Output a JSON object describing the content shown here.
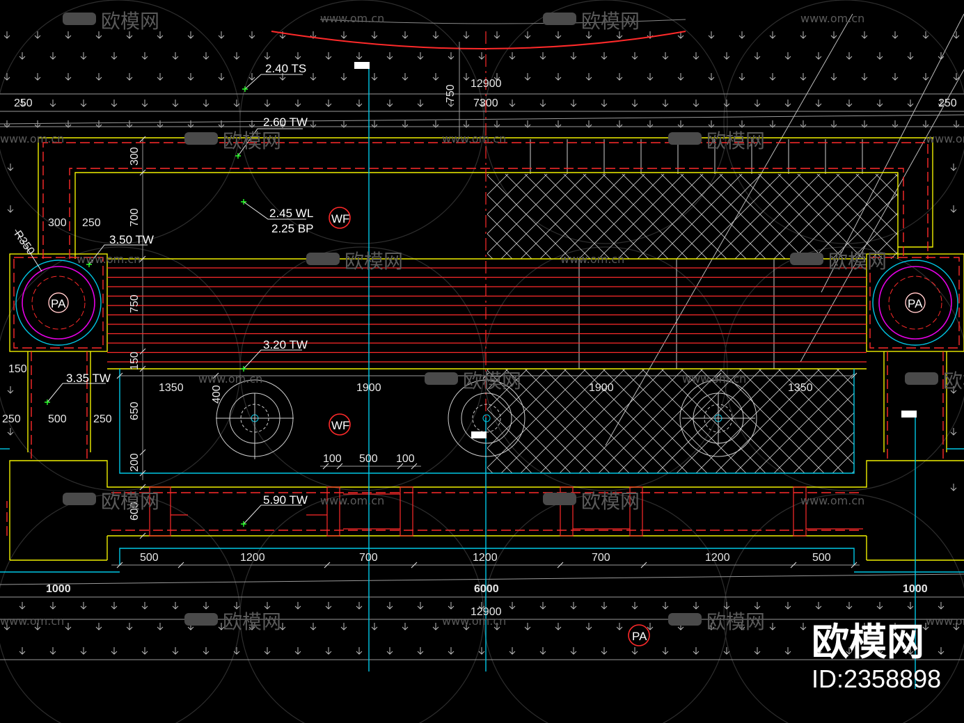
{
  "drawing": {
    "dimensions_top": {
      "d250_left": "250",
      "d250_right": "250",
      "d750": "750",
      "d12900": "12900",
      "d7300": "7300"
    },
    "dimensions_left": {
      "d300": "300",
      "d700": "700",
      "d750": "750",
      "d150": "150",
      "d650": "650",
      "d200": "200",
      "d600": "600",
      "d400": "400"
    },
    "dimensions_misc": {
      "d300h": "300",
      "d250h": "250",
      "r350": "R350",
      "d150h": "150",
      "d250a": "250",
      "d500a": "500",
      "d250b": "250"
    },
    "dimensions_row": {
      "d1350a": "1350",
      "d1900a": "1900",
      "d1900b": "1900",
      "d1350b": "1350"
    },
    "dimensions_small": {
      "d100a": "100",
      "d500": "500",
      "d100b": "100"
    },
    "dimensions_bottom": {
      "d500a": "500",
      "d1200a": "1200",
      "d700a": "700",
      "d1200b": "1200",
      "d700b": "700",
      "d1200c": "1200",
      "d500b": "500"
    },
    "dimensions_totals": {
      "d1000a": "1000",
      "d6000": "6000",
      "d1000b": "1000",
      "d12900": "12900"
    },
    "levels": {
      "ts": "2.40 TS",
      "tw260": "2.60 TW",
      "wl": "2.45 WL",
      "bp": "2.25 BP",
      "tw350": "3.50 TW",
      "tw320": "3.20 TW",
      "tw335": "3.35 TW",
      "tw590": "5.90 TW"
    },
    "tags": {
      "pa_left": "PA",
      "pa_right": "PA",
      "pa_bottom": "PA",
      "wf_top": "WF",
      "wf_mid": "WF"
    }
  },
  "watermark": {
    "logo_text": "欧模网",
    "url_text": "www.om.cn"
  },
  "branding": {
    "name": "欧模网",
    "id": "ID:2358898"
  },
  "colors": {
    "red": "#ff2a2a",
    "yellow": "#f0f000",
    "cyan": "#00c8e6",
    "magenta": "#e600e6",
    "white": "#e8e8e8",
    "green": "#2aff2a",
    "grey": "#9a9a9a"
  }
}
